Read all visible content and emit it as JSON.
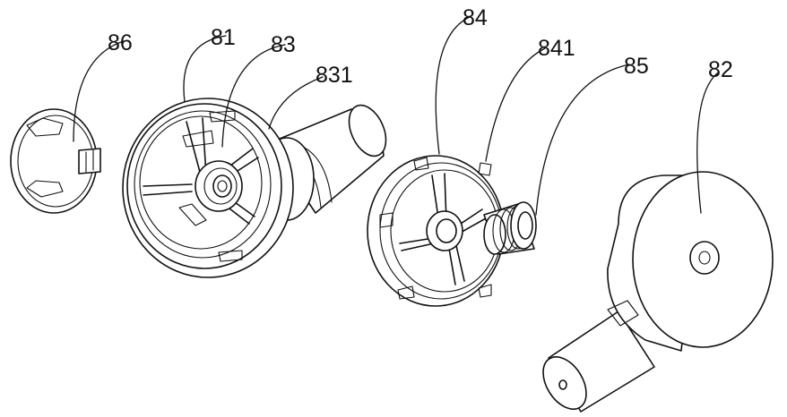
{
  "labels": {
    "l86": "86",
    "l81": "81",
    "l83": "83",
    "l831": "831",
    "l84": "84",
    "l841": "841",
    "l85": "85",
    "l82": "82"
  },
  "colors": {
    "line": "#111111",
    "background": "#ffffff"
  }
}
